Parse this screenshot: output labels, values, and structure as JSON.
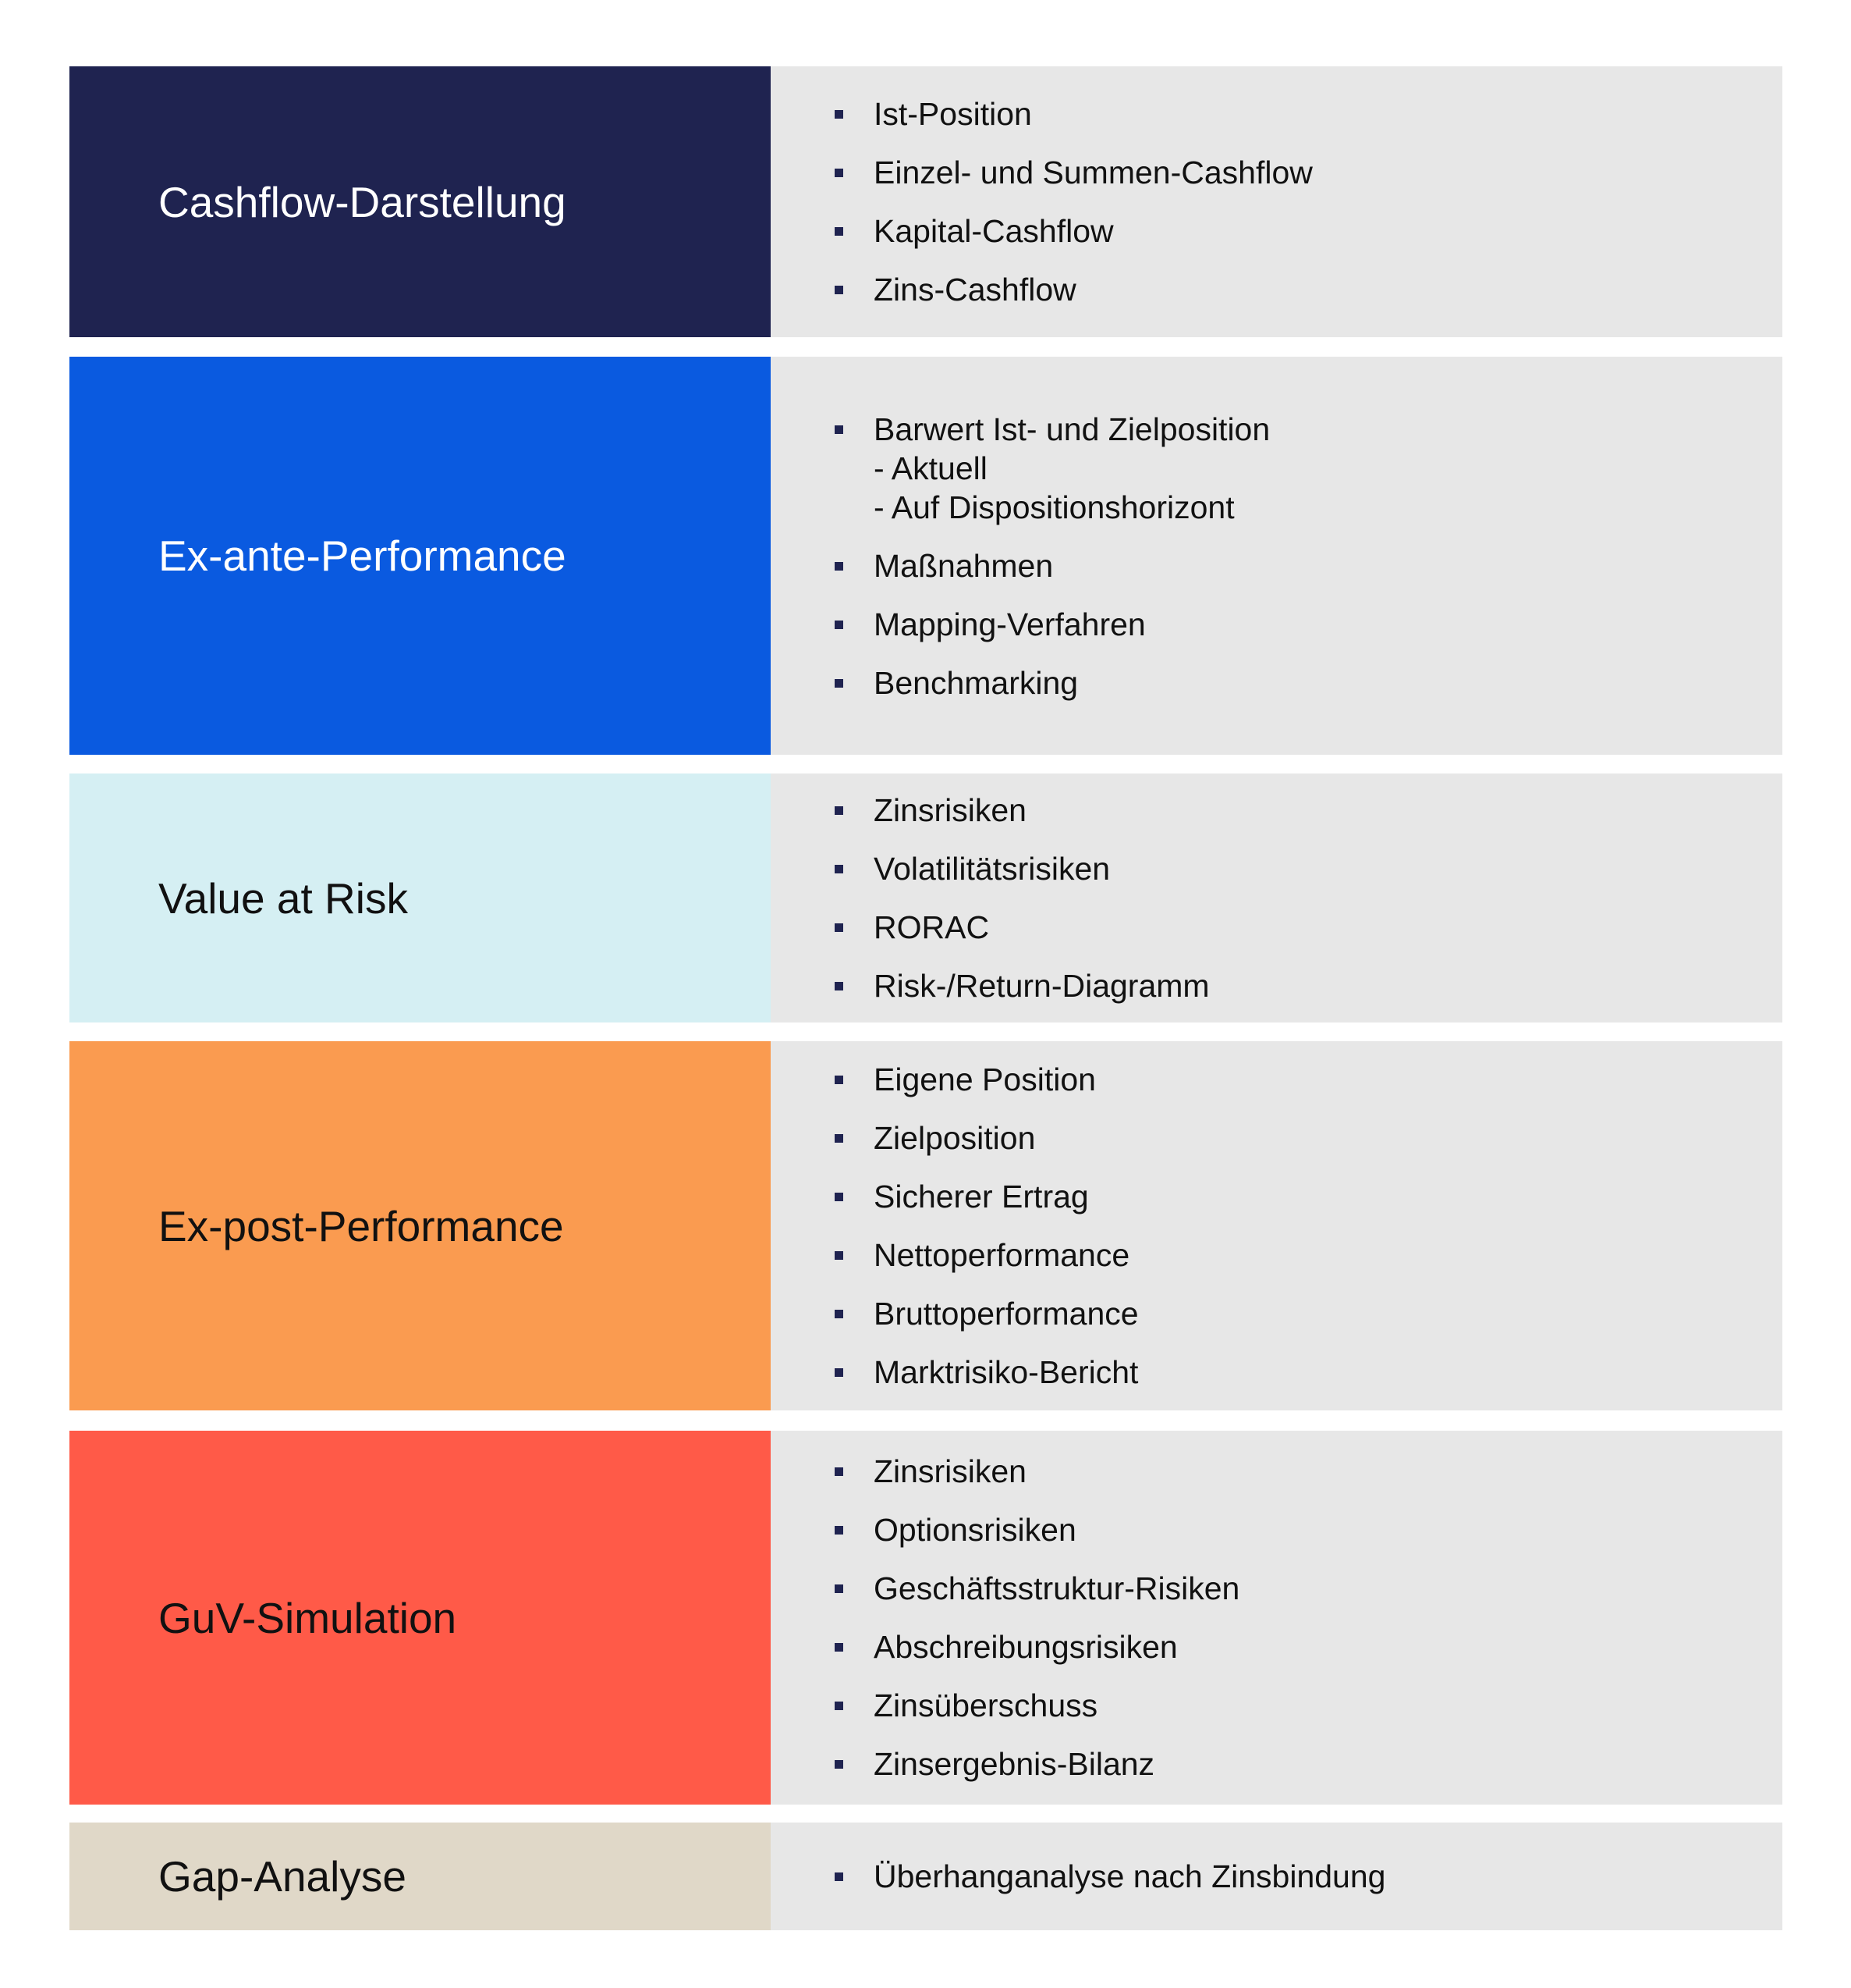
{
  "colors": {
    "navy": "#1f2350",
    "blue": "#0a5ae0",
    "cyan": "#d5eff3",
    "orange": "#fa9b50",
    "red": "#ff5a48",
    "beige": "#e0d8c8",
    "gray": "#e7e7e7"
  },
  "rows": [
    {
      "title": "Cashflow-Darstellung",
      "items": [
        {
          "text": "Ist-Position"
        },
        {
          "text": "Einzel- und Summen-Cashflow"
        },
        {
          "text": "Kapital-Cashflow"
        },
        {
          "text": "Zins-Cashflow"
        }
      ]
    },
    {
      "title": "Ex-ante-Performance",
      "items": [
        {
          "text": "Barwert Ist- und Zielposition",
          "sub": [
            "- Aktuell",
            "- Auf Dispositionshorizont"
          ]
        },
        {
          "text": "Maßnahmen"
        },
        {
          "text": "Mapping-Verfahren"
        },
        {
          "text": "Benchmarking"
        }
      ]
    },
    {
      "title": "Value at Risk",
      "items": [
        {
          "text": "Zinsrisiken"
        },
        {
          "text": "Volatilitätsrisiken"
        },
        {
          "text": "RORAC"
        },
        {
          "text": "Risk-/Return-Diagramm"
        }
      ]
    },
    {
      "title": "Ex-post-Performance",
      "items": [
        {
          "text": "Eigene Position"
        },
        {
          "text": "Zielposition"
        },
        {
          "text": "Sicherer Ertrag"
        },
        {
          "text": "Nettoperformance"
        },
        {
          "text": "Bruttoperformance"
        },
        {
          "text": "Marktrisiko-Bericht"
        }
      ]
    },
    {
      "title": "GuV-Simulation",
      "items": [
        {
          "text": "Zinsrisiken"
        },
        {
          "text": "Optionsrisiken"
        },
        {
          "text": "Geschäftsstruktur-Risiken"
        },
        {
          "text": "Abschreibungsrisiken"
        },
        {
          "text": "Zinsüberschuss"
        },
        {
          "text": "Zinsergebnis-Bilanz"
        }
      ]
    },
    {
      "title": "Gap-Analyse",
      "items": [
        {
          "text": "Überhanganalyse nach Zinsbindung"
        }
      ]
    }
  ]
}
